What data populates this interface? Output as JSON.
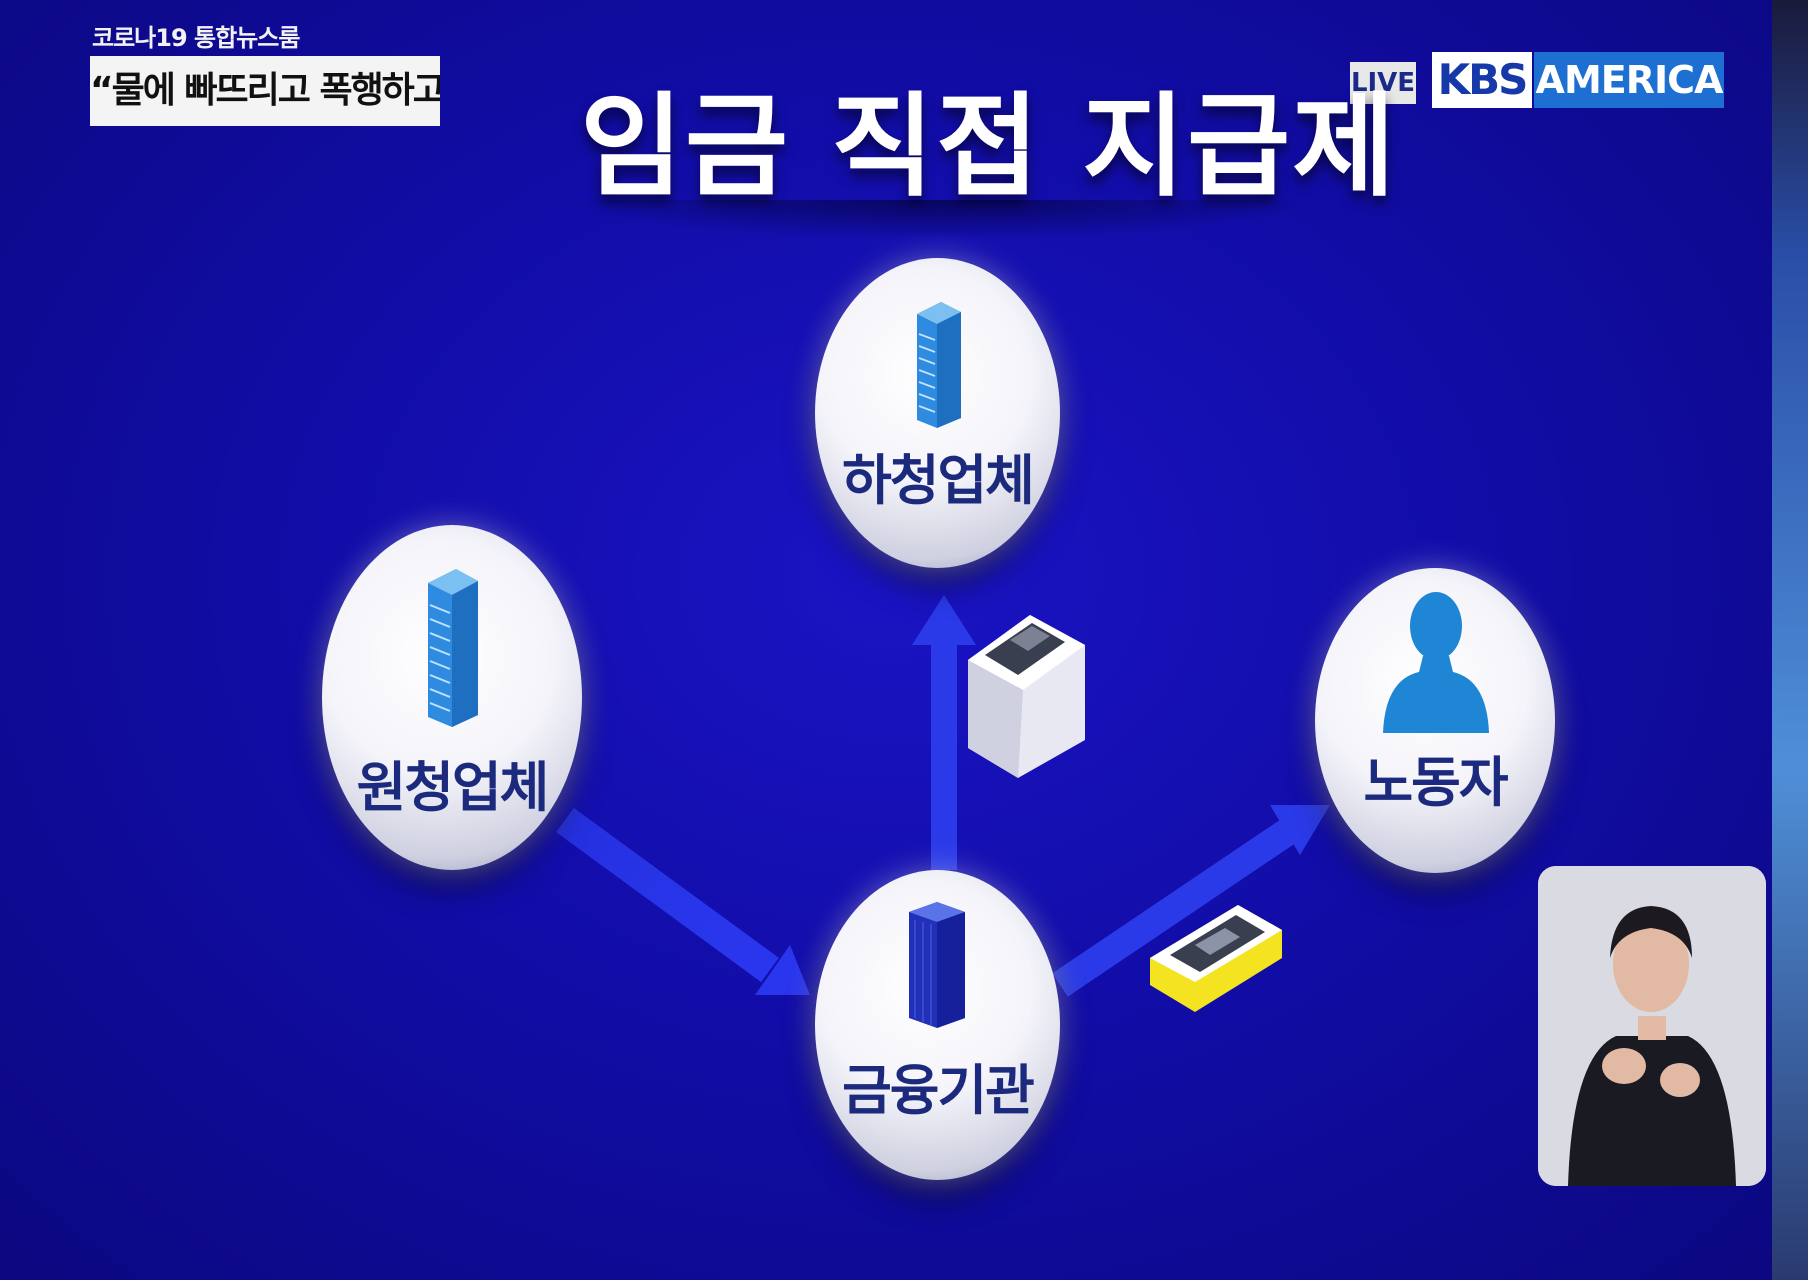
{
  "broadcast": {
    "program_tag": "코로나19 통합뉴스룸",
    "headline": "“물에 빠뜨리고 폭행하고”",
    "live_label": "LIVE",
    "network_name": "KBS",
    "network_region": "AMERICA"
  },
  "graphic": {
    "title": "임금 직접 지급제",
    "nodes": {
      "subcontractor": "하청업체",
      "prime_contractor": "원청업체",
      "worker": "노동자",
      "financial_institution": "금융기관"
    }
  },
  "colors": {
    "background": "#120da8",
    "node_text": "#1c2a7d",
    "building": "#2f8be0",
    "person": "#1f86d6",
    "money_yellow": "#f3e320",
    "arrow": "#2a3cf0"
  }
}
